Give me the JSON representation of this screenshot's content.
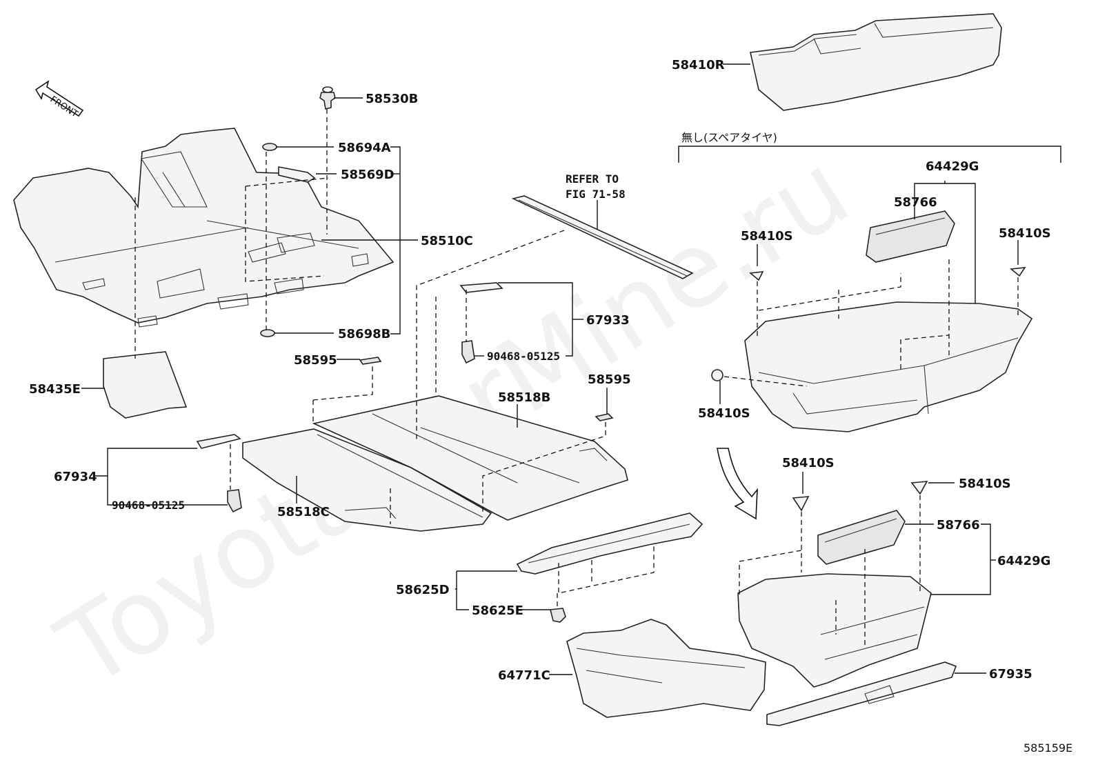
{
  "watermark": "ToyotaCarMine.ru",
  "front_label": "FRONT",
  "figure_id": "585159E",
  "refer": {
    "line1": "REFER TO",
    "line2": "FIG 71-58"
  },
  "spare_note": "無し(スペアタイヤ)",
  "labels": {
    "p58530B": "58530B",
    "p58694A": "58694A",
    "p58569D": "58569D",
    "p58510C": "58510C",
    "p58698B": "58698B",
    "p58435E": "58435E",
    "p67934": "67934",
    "p90468_left": "90468-05125",
    "p58518C": "58518C",
    "p58595_a": "58595",
    "p58595_b": "58595",
    "p58518B": "58518B",
    "p67933": "67933",
    "p90468_mid": "90468-05125",
    "p58625D": "58625D",
    "p58625E": "58625E",
    "p64771C": "64771C",
    "p58410R": "58410R",
    "p64429G_top": "64429G",
    "p58766_top": "58766",
    "p58410S_1": "58410S",
    "p58410S_2": "58410S",
    "p58410S_3": "58410S",
    "p58410S_4": "58410S",
    "p58410S_5": "58410S",
    "p58766_bottom": "58766",
    "p64429G_bottom": "64429G",
    "p67935": "67935"
  }
}
